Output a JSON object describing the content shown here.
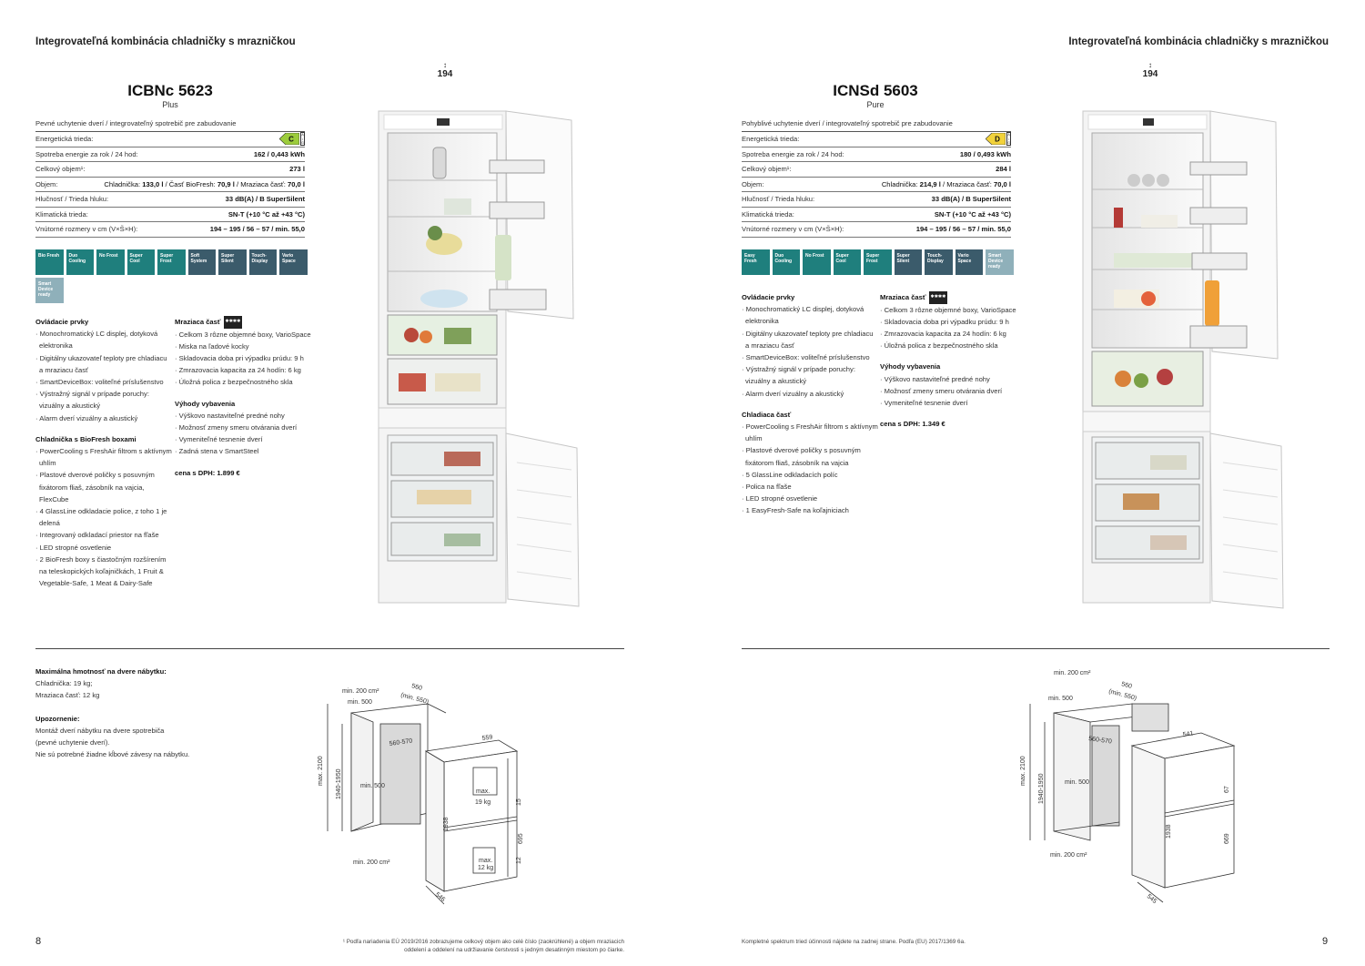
{
  "header": "Integrovateľná kombinácia chladničky s mrazničkou",
  "left": {
    "model": "ICBNc 5623",
    "line": "Plus",
    "height_mark": "194",
    "intro": "Pevné uchytenie dverí / integrovateľný spotrebič pre zabudovanie",
    "specs": [
      {
        "label": "Energetická trieda:",
        "value": ""
      },
      {
        "label": "Spotreba energie za rok / 24 hod:",
        "value": "162 / 0,443 kWh"
      },
      {
        "label": "Celkový objem¹:",
        "value": "273 l"
      },
      {
        "label": "Objem:",
        "value_pre": "Chladnička: ",
        "value_b1": "133,0 l",
        "value_mid": " / Časť BioFresh: ",
        "value_b2": "70,9 l",
        "value_mid2": " / Mraziaca časť: ",
        "value_b3": "70,0 l"
      },
      {
        "label": "Hlučnosť / Trieda hluku:",
        "value": "33 dB(A) / B SuperSilent"
      },
      {
        "label": "Klimatická trieda:",
        "value": "SN-T (+10 °C až +43 °C)"
      },
      {
        "label": "Vnútorné rozmery v cm (V×Š×H):",
        "value": "194 – 195 / 56 – 57 / min. 55,0"
      }
    ],
    "energy_class": "C",
    "energy_color": "#9ccc3c",
    "badges": [
      {
        "text": "Bio Fresh",
        "style": "teal"
      },
      {
        "text": "Duo Cooling",
        "style": "teal"
      },
      {
        "text": "No Frost",
        "style": "teal"
      },
      {
        "text": "Super Cool",
        "style": "teal"
      },
      {
        "text": "Super Frost",
        "style": "teal"
      },
      {
        "text": "Soft System",
        "style": "dark"
      },
      {
        "text": "Super Silent",
        "style": "dark"
      },
      {
        "text": "Touch-Display",
        "style": "dark"
      },
      {
        "text": "Vario Space",
        "style": "dark"
      },
      {
        "text": "Smart Device ready",
        "style": "light"
      }
    ],
    "col1": [
      {
        "h": "Ovládacie prvky",
        "items": [
          "· Monochromatický LC displej, dotyková elektronika",
          "· Digitálny ukazovateľ teploty pre chladiacu a mraziacu časť",
          "· SmartDeviceBox: voliteľné príslušenstvo",
          "· Výstražný signál v prípade poruchy: vizuálny a akustický",
          "· Alarm dverí vizuálny a akustický"
        ]
      },
      {
        "h": "Chladnička s BioFresh boxami",
        "items": [
          "· PowerCooling s FreshAir filtrom s aktívnym uhlím",
          "· Plastové dverové poličky s posuvným fixátorom fliaš, zásobník na vajcia, FlexCube",
          "· 4 GlassLine odkladacie police, z toho 1 je delená",
          "· Integrovaný odkladací priestor na fľaše",
          "· LED stropné osvetlenie",
          "· 2 BioFresh boxy s čiastočným rozšírením na teleskopických koľajničkách, 1 Fruit & Vegetable-Safe, 1 Meat & Dairy-Safe"
        ]
      }
    ],
    "col2": [
      {
        "h": "Mraziaca časť",
        "items": [
          "· Celkom 3 rôzne objemné boxy, VarioSpace",
          "· Miska na ľadové kocky",
          "· Skladovacia doba pri výpadku prúdu: 9 h",
          "· Zmrazovacia kapacita za 24 hodín: 6 kg",
          "· Úložná polica z bezpečnostného skla"
        ]
      },
      {
        "h": "Výhody vybavenia",
        "items": [
          "· Výškovo nastaviteľné predné nohy",
          "· Možnosť zmeny smeru otvárania dverí",
          "· Vymeniteľné tesnenie dverí",
          "· Zadná stena v SmartSteel"
        ]
      }
    ],
    "price": "cena s DPH: 1.899 €",
    "mount": {
      "h1": "Maximálna hmotnosť na dvere nábytku:",
      "l1": "Chladnička: 19 kg;",
      "l2": "Mraziaca časť: 12 kg",
      "h2": "Upozornenie:",
      "l3": "Montáž dverí nábytku na dvere spotrebiča",
      "l4": "(pevné uchytenie dverí).",
      "l5": "Nie sú potrebné žiadne kĺbové závesy na nábytku."
    },
    "page": "8",
    "footnote1": "¹ Podľa nariadenia EÚ 2019/2016 zobrazujeme celkový objem ako celé číslo (zaokrúhlené) a objem mraziacich",
    "footnote2": "oddelení a oddelení na udržiavanie čerstvosti s jedným desatinným miestom po čiarke."
  },
  "right": {
    "model": "ICNSd 5603",
    "line": "Pure",
    "height_mark": "194",
    "intro": "Pohyblivé uchytenie dverí / integrovateľný spotrebič pre zabudovanie",
    "specs": [
      {
        "label": "Energetická trieda:",
        "value": ""
      },
      {
        "label": "Spotreba energie za rok / 24 hod:",
        "value": "180 / 0,493 kWh"
      },
      {
        "label": "Celkový objem¹:",
        "value": "284 l"
      },
      {
        "label": "Objem:",
        "value_pre": "Chladnička: ",
        "value_b1": "214,9 l",
        "value_mid": " / Mraziaca časť: ",
        "value_b2": "70,0 l"
      },
      {
        "label": "Hlučnosť / Trieda hluku:",
        "value": "33 dB(A) / B SuperSilent"
      },
      {
        "label": "Klimatická trieda:",
        "value": "SN-T (+10 °C až +43 °C)"
      },
      {
        "label": "Vnútorné rozmery v cm (V×Š×H):",
        "value": "194 – 195 / 56 – 57 / min. 55,0"
      }
    ],
    "energy_class": "D",
    "energy_color": "#f2d23a",
    "badges": [
      {
        "text": "Easy Fresh",
        "style": "teal"
      },
      {
        "text": "Duo Cooling",
        "style": "teal"
      },
      {
        "text": "No Frost",
        "style": "teal"
      },
      {
        "text": "Super Cool",
        "style": "teal"
      },
      {
        "text": "Super Frost",
        "style": "teal"
      },
      {
        "text": "Super Silent",
        "style": "dark"
      },
      {
        "text": "Touch-Display",
        "style": "dark"
      },
      {
        "text": "Vario Space",
        "style": "dark"
      },
      {
        "text": "Smart Device ready",
        "style": "light"
      }
    ],
    "col1": [
      {
        "h": "Ovládacie prvky",
        "items": [
          "· Monochromatický LC displej, dotyková elektronika",
          "· Digitálny ukazovateľ teploty pre chladiacu a mraziacu časť",
          "· SmartDeviceBox: voliteľné príslušenstvo",
          "· Výstražný signál v prípade poruchy: vizuálny a akustický",
          "· Alarm dverí vizuálny a akustický"
        ]
      },
      {
        "h": "Chladiaca časť",
        "items": [
          "· PowerCooling s FreshAir filtrom s aktívnym uhlím",
          "· Plastové dverové poličky s posuvným fixátorom fliaš, zásobník na vajcia",
          "· 5 GlassLine odkladacích políc",
          "· Polica na fľaše",
          "· LED stropné osvetlenie",
          "· 1 EasyFresh-Safe na koľajniciach"
        ]
      }
    ],
    "col2": [
      {
        "h": "Mraziaca časť",
        "items": [
          "· Celkom 3 rôzne objemné boxy, VarioSpace",
          "· Skladovacia doba pri výpadku prúdu: 9 h",
          "· Zmrazovacia kapacita za 24 hodín: 6 kg",
          "· Úložná polica z bezpečnostného skla"
        ]
      },
      {
        "h": "Výhody vybavenia",
        "items": [
          "· Výškovo nastaviteľné predné nohy",
          "· Možnosť zmeny smeru otvárania dverí",
          "· Vymeniteľné tesnenie dverí"
        ]
      }
    ],
    "price": "cena s DPH: 1.349 €",
    "page": "9",
    "footnote": "Kompletné spektrum tried účinnosti nájdete na zadnej strane. Podľa (EU) 2017/1369 6a."
  },
  "diagram_left": {
    "min200top": "min. 200 cm²",
    "min500top": "min. 500",
    "d560": "560",
    "d550": "(min. 550)",
    "d560570": "560-570",
    "d559": "559",
    "max2100": "max. 2100",
    "d19401950": "1940-1950",
    "min500mid": "min. 500",
    "max19": "max.",
    "kg19": "19 kg",
    "max12": "max.",
    "kg12": "12 kg",
    "d1938": "1938",
    "d15": "15",
    "d695": "695",
    "d12": "12",
    "min200bot": "min. 200 cm²",
    "d546": "546"
  },
  "diagram_right": {
    "min200top": "min. 200 cm²",
    "min500top": "min. 500",
    "d560": "560",
    "d550": "(min. 550)",
    "d560570": "560-570",
    "d541": "541",
    "max2100": "max. 2100",
    "d19401950": "1940-1950",
    "min500mid": "min. 500",
    "d67": "67",
    "d1938": "1938",
    "d669": "669",
    "min200bot": "min. 200 cm²",
    "d545": "545"
  }
}
